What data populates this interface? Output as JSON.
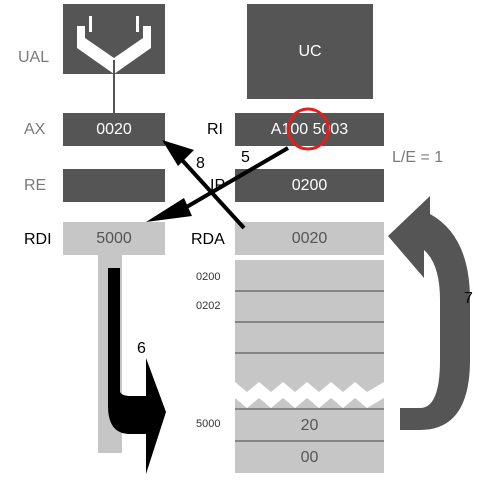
{
  "labels": {
    "ual": "UAL",
    "ax": "AX",
    "re": "RE",
    "rdi": "RDI",
    "ri": "RI",
    "ip": "IP",
    "rda": "RDA",
    "le": "L/E = 1"
  },
  "registers": {
    "uc": "UC",
    "ax": "0020",
    "ri": "A100 5003",
    "ip": "0200",
    "rdi": "5000",
    "rda": "0020"
  },
  "memory": {
    "addresses": [
      "0200",
      "0202",
      "5000"
    ],
    "values": [
      "20",
      "00"
    ]
  },
  "steps": [
    "5",
    "6",
    "7",
    "8"
  ],
  "colors": {
    "dark_register": "#555555",
    "light_register": "#c6c6c6",
    "highlight_circle": "#e02020",
    "arrow": "#000000"
  }
}
